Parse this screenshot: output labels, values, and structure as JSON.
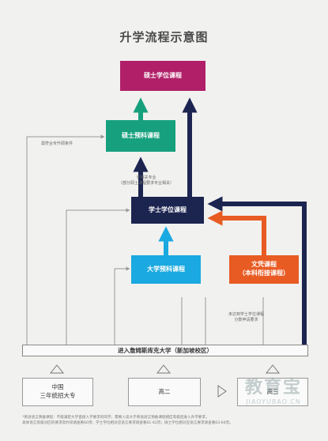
{
  "title": "升学流程示意图",
  "boxes": {
    "master": "硕士学位课程",
    "premaster": "硕士预科课程",
    "bachelor": "学士学位课程",
    "foundation": "大学预科课程",
    "diploma_line1": "文凭课程",
    "diploma_line2": "（本科衔接课程）"
  },
  "notes": {
    "any_major": "需符合专升硕条件",
    "related_line1": "非相关专业",
    "related_line2": "（部分硕士课程要求专业相关）",
    "diploma_line1": "未达到学士学位课程",
    "diploma_line2": "分数申请要求"
  },
  "entry": "进入詹姆斯库克大学（新加坡校区）",
  "sources": {
    "china_line1": "中国",
    "china_line2": "三年统招大专",
    "grade2": "高二",
    "grade3": "高三"
  },
  "footnote_line1": "*英语语言预备课程：不能满足大学直接入学要求的同学，需要入读大学英语语言预备课程相应等级后进入升学要求。",
  "footnote_line2": "具体语言等级对应的要求及时间请查看60页；学士学位相对应语言要求请查看61-62页；硕士学位相对应语言要求请查看63-64页。",
  "watermark": {
    "main": "教育宝",
    "url": "JIAOYUBAO.CN"
  },
  "colors": {
    "master": "#b01f68",
    "premaster": "#17a07d",
    "bachelor": "#1c2450",
    "foundation": "#1aa9e0",
    "diploma": "#e85b22",
    "line": "#999999"
  }
}
